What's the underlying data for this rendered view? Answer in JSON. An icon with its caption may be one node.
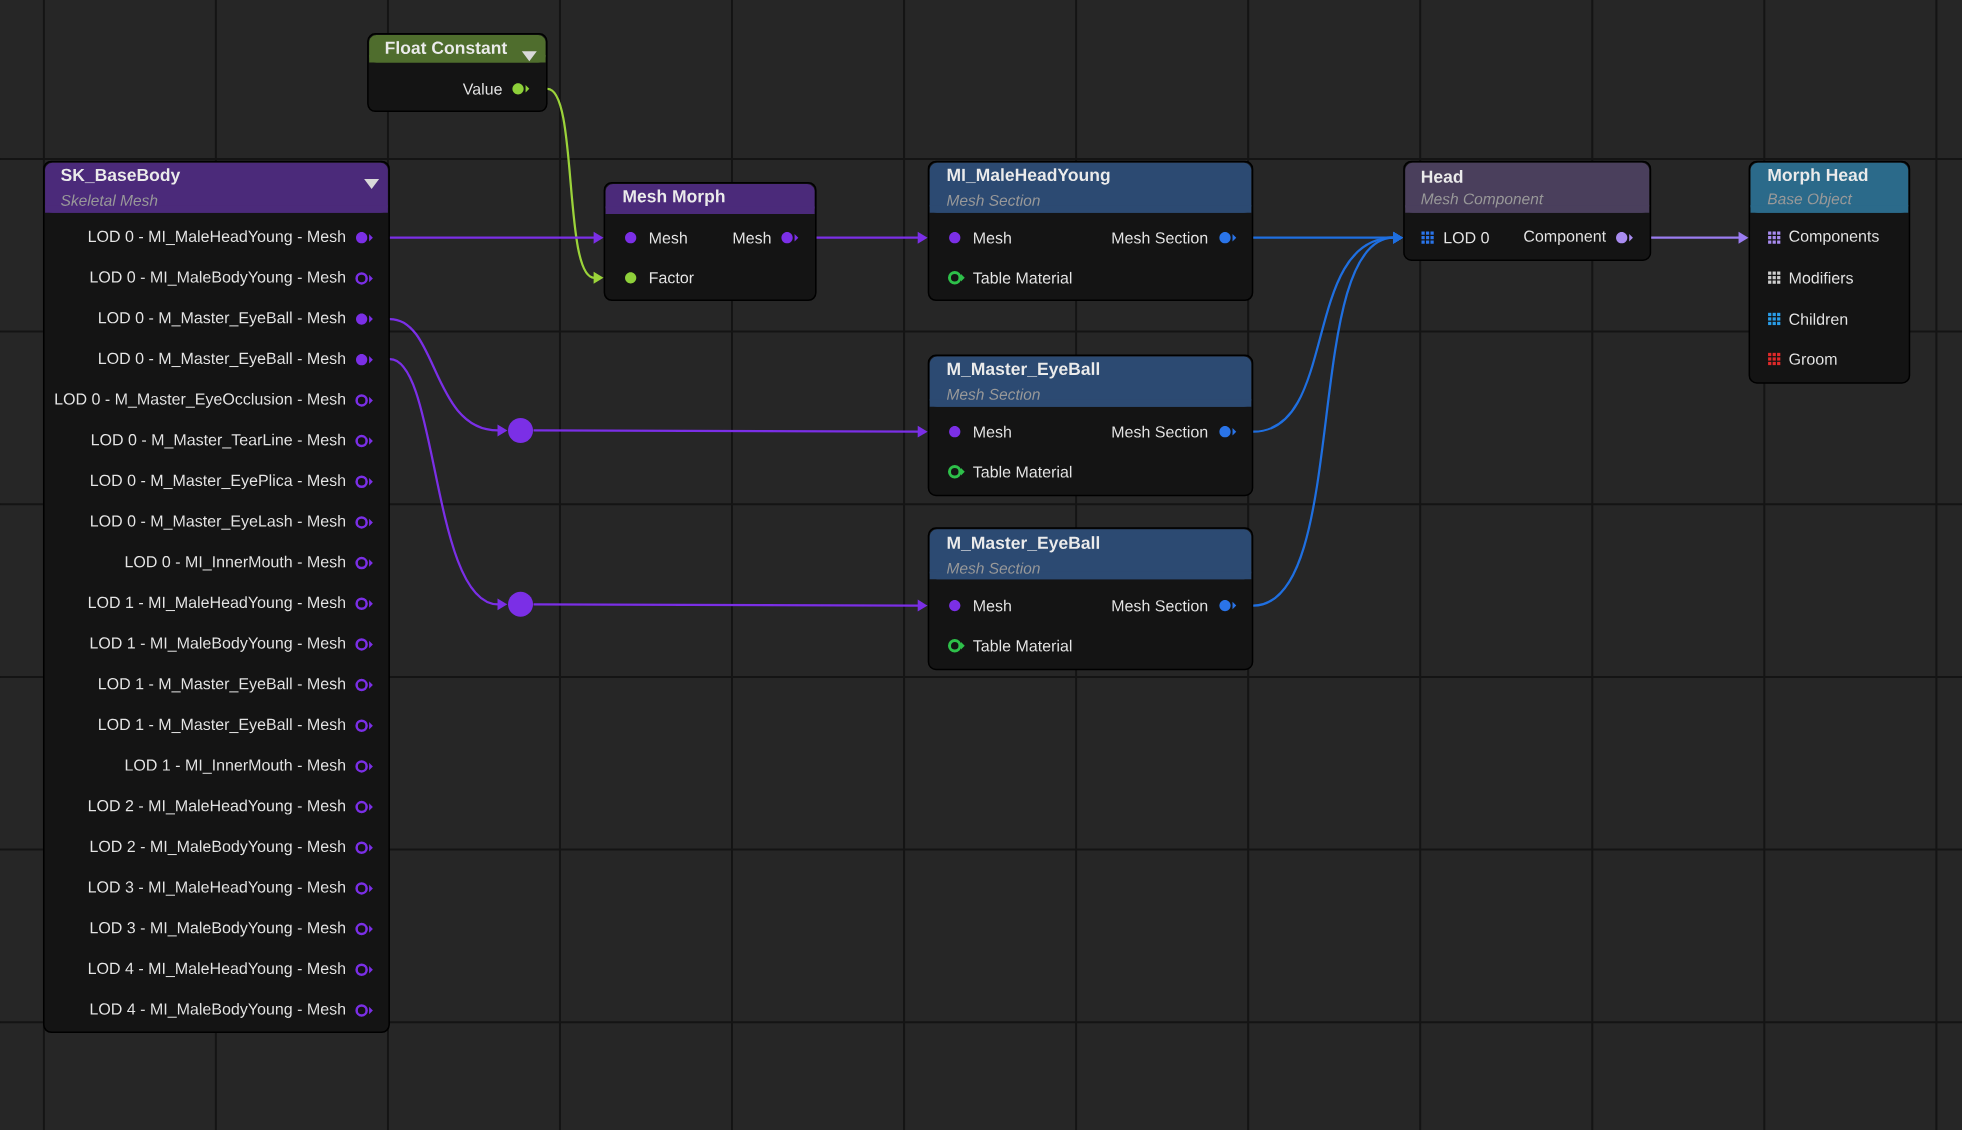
{
  "diagram": {
    "nodes": [
      {
        "text": [
          "Float Constant",
          "Value"
        ]
      },
      {
        "text": [
          "SK_BaseBody",
          "Skeletal Mesh",
          "LOD 0 - MI_MaleHeadYoung - Mesh",
          "LOD 0 - MI_MaleBodyYoung - Mesh",
          "LOD 0 - M_Master_EyeBall - Mesh",
          "LOD 0 - M_Master_EyeBall - Mesh",
          "LOD 0 - M_Master_EyeOcclusion - Mesh",
          "LOD 0 - M_Master_TearLine - Mesh",
          "LOD 0 - M_Master_EyePlica - Mesh",
          "LOD 0 - M_Master_EyeLash - Mesh",
          "LOD 0 - MI_InnerMouth - Mesh",
          "LOD 1 - MI_MaleHeadYoung - Mesh",
          "LOD 1 - MI_MaleBodyYoung - Mesh",
          "LOD 1 - M_Master_EyeBall - Mesh",
          "LOD 1 - M_Master_EyeBall - Mesh",
          "LOD 1 - MI_InnerMouth - Mesh",
          "LOD 2 - MI_MaleHeadYoung - Mesh",
          "LOD 2 - MI_MaleBodyYoung - Mesh",
          "LOD 3 - MI_MaleHeadYoung - Mesh",
          "LOD 3 - MI_MaleBodyYoung - Mesh",
          "LOD 4 - MI_MaleHeadYoung - Mesh",
          "LOD 4 - MI_MaleBodyYoung - Mesh"
        ]
      },
      {
        "text": [
          "Mesh Morph",
          "Mesh",
          "Mesh",
          "Factor"
        ]
      },
      {
        "text": [
          "MI_MaleHeadYoung",
          "Mesh Section",
          "Mesh",
          "Mesh Section",
          "Table Material"
        ]
      },
      {
        "text": [
          "Head",
          "Mesh Component",
          "LOD 0",
          "Component"
        ]
      },
      {
        "text": [
          "Morph Head",
          "Base Object",
          "Components",
          "Modifiers",
          "Children",
          "Groom"
        ]
      },
      {
        "text": [],
        "shape": "circle"
      },
      {
        "text": [
          "M_Master_EyeBall",
          "Mesh Section",
          "Mesh",
          "Mesh Section",
          "Table Material"
        ]
      },
      {
        "text": [],
        "shape": "circle"
      },
      {
        "text": [
          "M_Master_EyeBall",
          "Mesh Section",
          "Mesh",
          "Mesh Section",
          "Table Material"
        ]
      }
    ],
    "edges": [
      {
        "from": 0,
        "to": 2,
        "arrow": "to",
        "color": "#9bd33a"
      },
      {
        "from": 1,
        "to": 2,
        "arrow": "to"
      },
      {
        "from": 2,
        "to": 3,
        "arrow": "to"
      },
      {
        "from": 1,
        "to": 6,
        "arrow": "to"
      },
      {
        "from": 6,
        "to": 7,
        "arrow": "to"
      },
      {
        "from": 1,
        "to": 8,
        "arrow": "to"
      },
      {
        "from": 8,
        "to": 9,
        "arrow": "to"
      },
      {
        "from": 3,
        "to": 4,
        "arrow": "to",
        "color": "#1f6fe0"
      },
      {
        "from": 7,
        "to": 4,
        "arrow": "to",
        "color": "#1f6fe0"
      },
      {
        "from": 9,
        "to": 4,
        "arrow": "to",
        "color": "#1f6fe0"
      },
      {
        "from": 4,
        "to": 5,
        "arrow": "to",
        "color": "#9a7cf0"
      }
    ]
  }
}
